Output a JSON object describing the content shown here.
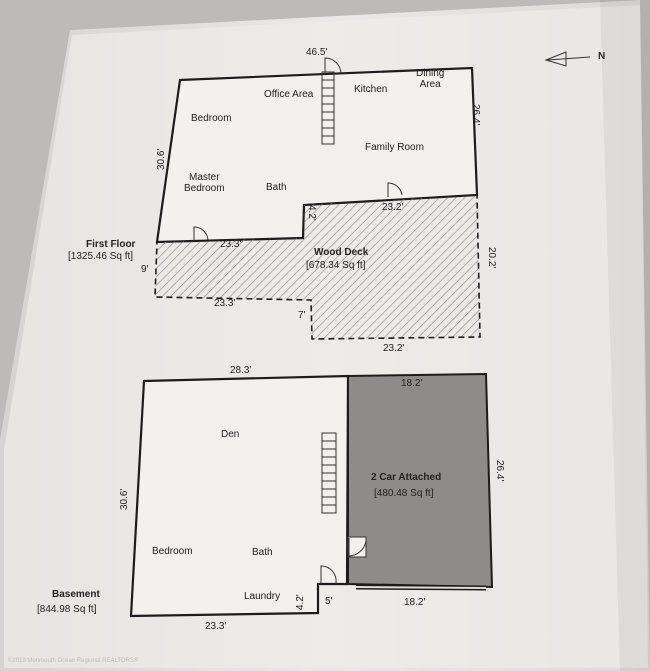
{
  "north_indicator": {
    "letter": "N"
  },
  "first_floor": {
    "title": "First Floor",
    "area": "[1325.46 Sq ft]",
    "rooms": {
      "office": "Office Area",
      "kitchen": "Kitchen",
      "dining": "Dining\nArea",
      "bedroom": "Bedroom",
      "family": "Family Room",
      "master": "Master\nBedroom",
      "bath": "Bath"
    },
    "dims": {
      "top": "46.5'",
      "right": "26.4'",
      "left": "30.6'",
      "step_vert": "4.2'",
      "step_horiz": "23.2'",
      "bottom_left": "23.3'"
    }
  },
  "deck": {
    "title": "Wood Deck",
    "area": "[678.34 Sq ft]",
    "dims": {
      "left": "9'",
      "bottom_left": "23.3'",
      "step": "7'",
      "bottom_right": "23.2'",
      "right": "20.2'"
    }
  },
  "basement": {
    "title": "Basement",
    "area": "[844.98 Sq ft]",
    "rooms": {
      "den": "Den",
      "bedroom": "Bedroom",
      "bath": "Bath",
      "laundry": "Laundry"
    },
    "dims": {
      "top": "28.3'",
      "left": "30.6'",
      "bottom": "23.3'",
      "step_vert": "4.2'",
      "step_horiz": "5'"
    }
  },
  "garage": {
    "title": "2 Car Attached",
    "area": "[480.48 Sq ft]",
    "dims": {
      "top": "18.2'",
      "right": "26.4'",
      "bottom": "18.2'"
    }
  },
  "watermark": "©2019 Monmouth Ocean Regional REALTORS®"
}
